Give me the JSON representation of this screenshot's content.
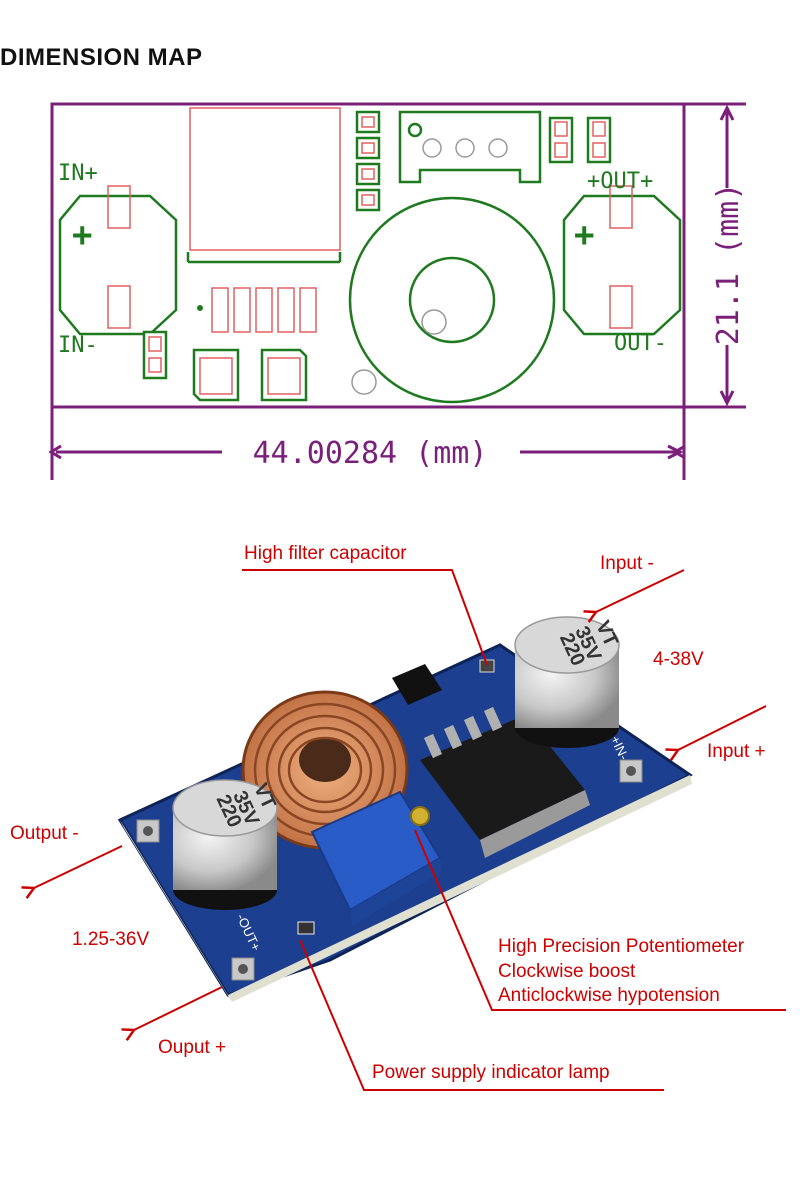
{
  "title": "DIMENSION MAP",
  "pcb_labels": {
    "in_plus": "IN+",
    "in_minus": "IN-",
    "out_plus": "+OUT+",
    "out_minus": "OUT-",
    "plus_symbol": "+"
  },
  "dimensions": {
    "width": "44.00284 (mm)",
    "height": "21.1 (mm)"
  },
  "callouts": {
    "filter_capacitor": "High filter capacitor",
    "input_minus": "Input -",
    "input_voltage": "4-38V",
    "input_plus": "Input +",
    "output_minus": "Output -",
    "output_voltage": "1.25-36V",
    "pot_line1": "High Precision Potentiometer",
    "pot_line2": "Clockwise boost",
    "pot_line3": "Anticlockwise hypotension",
    "output_plus": "Ouput +",
    "indicator": "Power supply indicator lamp"
  },
  "photo_labels": {
    "cap_value": "220",
    "cap_voltage": "35V",
    "cap_brand": "VT",
    "pcb_in": "+IN-",
    "pcb_out": "-OUT+"
  },
  "colors": {
    "pcb_green": "#1f7a1f",
    "dimension_purple": "#7a1f7a",
    "callout_red": "#cc0000",
    "board_blue": "#1c3f8f"
  }
}
